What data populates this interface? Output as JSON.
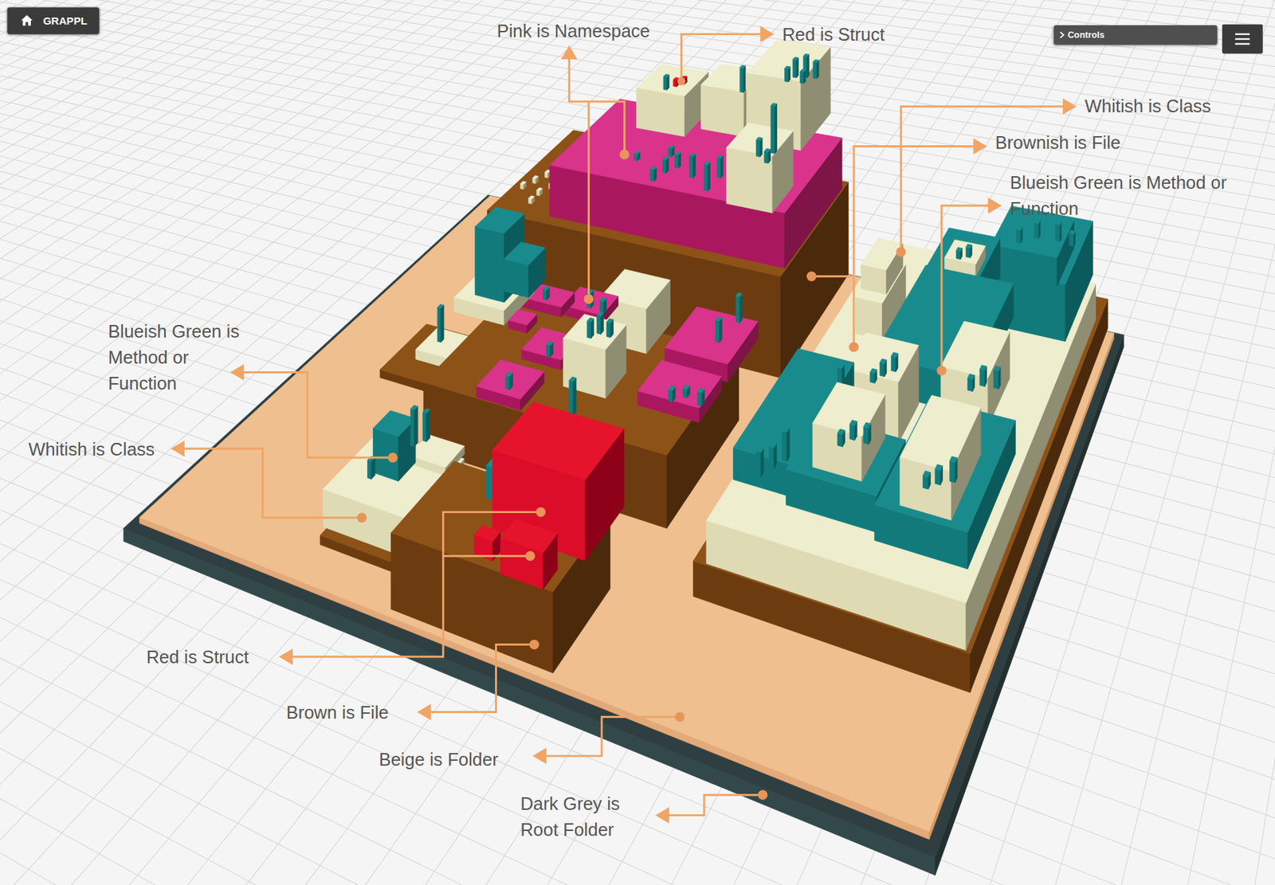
{
  "diagram": {
    "nodes": [
      {
        "text": [
          "GRAPPL"
        ]
      },
      {
        "text": [
          "Controls"
        ]
      }
    ],
    "labels": [
      "Pink is Namespace",
      "Red is Struct",
      "Whitish is Class",
      "Brownish is File",
      "Blueish Green is Method or Function",
      "Blueish Green is Method or Function",
      "Whitish is Class",
      "Red is Struct",
      "Brown is File",
      "Beige is Folder",
      "Dark Grey is Root Folder"
    ]
  }
}
